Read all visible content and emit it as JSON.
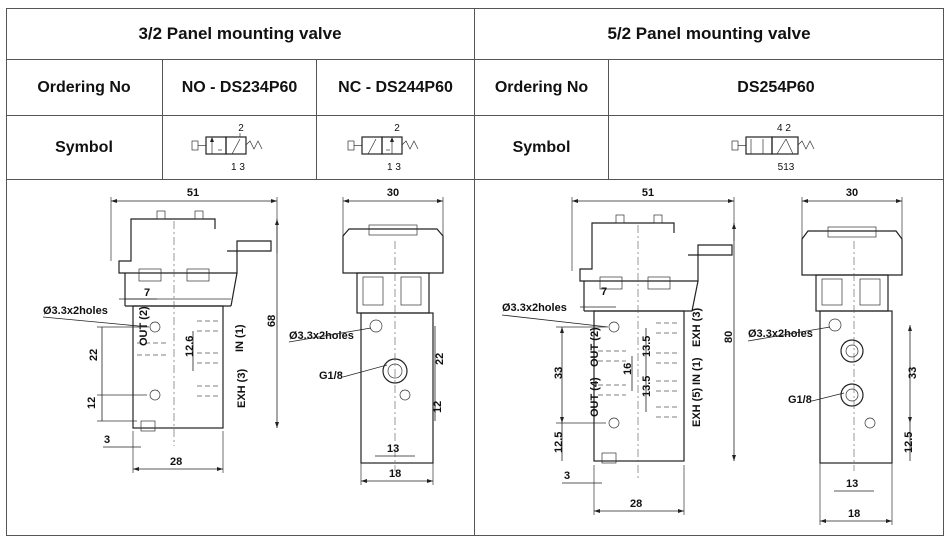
{
  "left": {
    "title": "3/2 Panel mounting valve",
    "ordering_label": "Ordering No",
    "ordering_no": "NO - DS234P60",
    "ordering_nc": "NC - DS244P60",
    "symbol_label": "Symbol",
    "sym_no": {
      "top": "2",
      "bottom": "1 3"
    },
    "sym_nc": {
      "top": "2",
      "bottom": "1 3"
    }
  },
  "right": {
    "title": "5/2 Panel mounting valve",
    "ordering_label": "Ordering No",
    "ordering_no": "DS254P60",
    "symbol_label": "Symbol",
    "sym": {
      "top": "4 2",
      "bottom": "513"
    }
  },
  "drawing_left": {
    "front": {
      "width": "51",
      "hole_offset": "7",
      "holes": "Ø3.3x2holes",
      "d22": "22",
      "d12_6": "12.6",
      "d12": "12",
      "height": "68",
      "port_out": "OUT (2)",
      "port_in": "IN (1)",
      "port_exh": "EXH (3)",
      "d3": "3",
      "d28": "28"
    },
    "side": {
      "width": "30",
      "holes": "Ø3.3x2holes",
      "thread": "G1/8",
      "d22": "22",
      "d12": "12",
      "d13": "13",
      "d18": "18"
    }
  },
  "drawing_right": {
    "front": {
      "width": "51",
      "hole_offset": "7",
      "holes": "Ø3.3x2holes",
      "d33": "33",
      "d16": "16",
      "d13_5a": "13.5",
      "d13_5b": "13.5",
      "d12_5": "12.5",
      "height": "80",
      "port_out2": "OUT (2)",
      "port_out4": "OUT (4)",
      "port_exh3": "EXH (3)",
      "port_in": "IN (1)",
      "port_exh5": "EXH (5)",
      "d3": "3",
      "d28": "28"
    },
    "side": {
      "width": "30",
      "holes": "Ø3.3x2holes",
      "thread": "G1/8",
      "d33": "33",
      "d12_5": "12.5",
      "d13": "13",
      "d18": "18"
    }
  }
}
